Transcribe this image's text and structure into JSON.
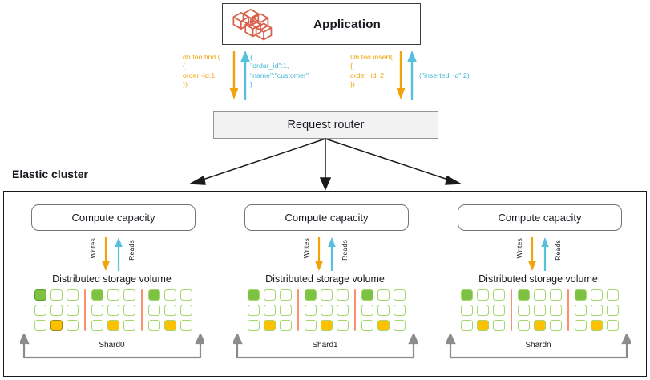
{
  "diagram": {
    "title_hidden": "Elastic cluster sharded architecture",
    "colors": {
      "write_arrow": "#f0a30a",
      "read_arrow": "#3fb6d3",
      "app_icon": "#d9604a",
      "cell_green": "#7dc242",
      "cell_yellow": "#ffc000",
      "cell_border": "#a5d66c",
      "divider": "#fb8f6e",
      "router_fill": "#f2f2f2",
      "outline": "#16191f"
    }
  },
  "application": {
    "label": "Application",
    "icon": "cube-cluster-icon"
  },
  "flows": [
    {
      "id": "find",
      "request_label": "db.foo.find (\n{\norder -id:1\n})",
      "response_label": "{\n\"order_id\":1,\n\"name\":\"customer\"\n}",
      "write_arrow_icon": "arrow-down-icon",
      "read_arrow_icon": "arrow-up-icon"
    },
    {
      "id": "insert",
      "request_label": "Db.foo.insert(\n{\norder_id: 2\n})",
      "response_label": "(\"inserted_id\":2)",
      "write_arrow_icon": "arrow-down-icon",
      "read_arrow_icon": "arrow-up-icon"
    }
  ],
  "router": {
    "label": "Request router"
  },
  "cluster": {
    "title": "Elastic cluster",
    "shards": [
      {
        "compute_label": "Compute capacity",
        "writes_label": "Writes",
        "reads_label": "Reads",
        "storage_label": "Distributed storage volume",
        "shard_label": "Shard0",
        "groups": [
          {
            "cells": [
              [
                "green-primary",
                "empty",
                "empty"
              ],
              [
                "empty",
                "empty",
                "empty"
              ],
              [
                "empty",
                "yellow-primary",
                "empty"
              ]
            ]
          },
          {
            "cells": [
              [
                "green",
                "empty",
                "empty"
              ],
              [
                "empty",
                "empty",
                "empty"
              ],
              [
                "empty",
                "yellow",
                "empty"
              ]
            ]
          },
          {
            "cells": [
              [
                "green",
                "empty",
                "empty"
              ],
              [
                "empty",
                "empty",
                "empty"
              ],
              [
                "empty",
                "yellow",
                "empty"
              ]
            ]
          }
        ]
      },
      {
        "compute_label": "Compute capacity",
        "writes_label": "Writes",
        "reads_label": "Reads",
        "storage_label": "Distributed storage volume",
        "shard_label": "Shard1",
        "groups": [
          {
            "cells": [
              [
                "green",
                "empty",
                "empty"
              ],
              [
                "empty",
                "empty",
                "empty"
              ],
              [
                "empty",
                "yellow",
                "empty"
              ]
            ]
          },
          {
            "cells": [
              [
                "green",
                "empty",
                "empty"
              ],
              [
                "empty",
                "empty",
                "empty"
              ],
              [
                "empty",
                "yellow",
                "empty"
              ]
            ]
          },
          {
            "cells": [
              [
                "green",
                "empty",
                "empty"
              ],
              [
                "empty",
                "empty",
                "empty"
              ],
              [
                "empty",
                "yellow",
                "empty"
              ]
            ]
          }
        ]
      },
      {
        "compute_label": "Compute capacity",
        "writes_label": "Writes",
        "reads_label": "Reads",
        "storage_label": "Distributed storage volume",
        "shard_label": "Shardn",
        "groups": [
          {
            "cells": [
              [
                "green",
                "empty",
                "empty"
              ],
              [
                "empty",
                "empty",
                "empty"
              ],
              [
                "empty",
                "yellow",
                "empty"
              ]
            ]
          },
          {
            "cells": [
              [
                "green",
                "empty",
                "empty"
              ],
              [
                "empty",
                "empty",
                "empty"
              ],
              [
                "empty",
                "yellow",
                "empty"
              ]
            ]
          },
          {
            "cells": [
              [
                "green",
                "empty",
                "empty"
              ],
              [
                "empty",
                "empty",
                "empty"
              ],
              [
                "empty",
                "yellow",
                "empty"
              ]
            ]
          }
        ]
      }
    ]
  }
}
